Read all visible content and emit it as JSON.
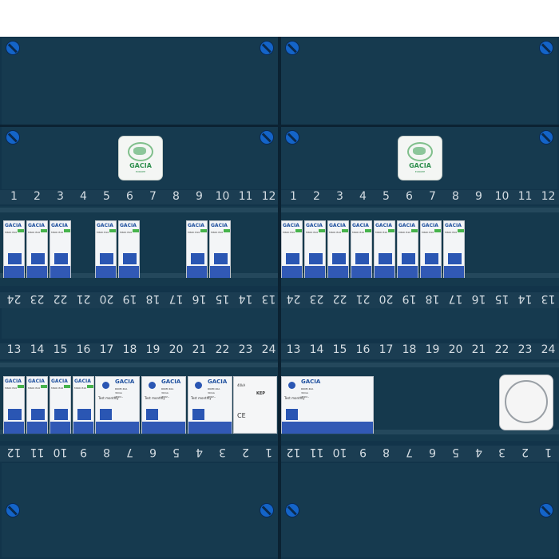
{
  "brand": {
    "name": "GACIA",
    "tagline": "EUROPE"
  },
  "top_strip_numbers_left": [
    "1",
    "2",
    "3",
    "4",
    "5",
    "6",
    "7",
    "8",
    "9",
    "10",
    "11",
    "12"
  ],
  "top_strip_numbers_right": [
    "1",
    "2",
    "3",
    "4",
    "5",
    "6",
    "7",
    "8",
    "9",
    "10",
    "11",
    "12"
  ],
  "row1_bottom_numbers_left": [
    "24",
    "23",
    "22",
    "21",
    "20",
    "19",
    "18",
    "17",
    "16",
    "15",
    "14",
    "13"
  ],
  "row1_bottom_numbers_right": [
    "24",
    "23",
    "22",
    "21",
    "20",
    "19",
    "18",
    "17",
    "16",
    "15",
    "14",
    "13"
  ],
  "row2_top_numbers_left": [
    "13",
    "14",
    "15",
    "16",
    "17",
    "18",
    "19",
    "20",
    "21",
    "22",
    "23",
    "24"
  ],
  "row2_top_numbers_right": [
    "13",
    "14",
    "15",
    "16",
    "17",
    "18",
    "19",
    "20",
    "21",
    "22",
    "23",
    "24"
  ],
  "row2_bottom_numbers_left": [
    "12",
    "11",
    "10",
    "9",
    "8",
    "7",
    "6",
    "5",
    "4",
    "3",
    "2",
    "1"
  ],
  "row2_bottom_numbers_right": [
    "12",
    "11",
    "10",
    "9",
    "8",
    "7",
    "6",
    "5",
    "4",
    "3",
    "2",
    "1"
  ],
  "breakers": {
    "mcb_header": "GACIA",
    "mcb_model": "M60K",
    "mcb_rating": "B16",
    "rcd_header": "GACIA",
    "rcd_model": "R60M",
    "rcd_rating": "40A",
    "rcd_sens": "30mA",
    "rcd_voltage": "230V~",
    "test_label": "Test monthly"
  },
  "ovp": {
    "brand": "KEP",
    "rating": "40kA",
    "ce": "CE"
  }
}
